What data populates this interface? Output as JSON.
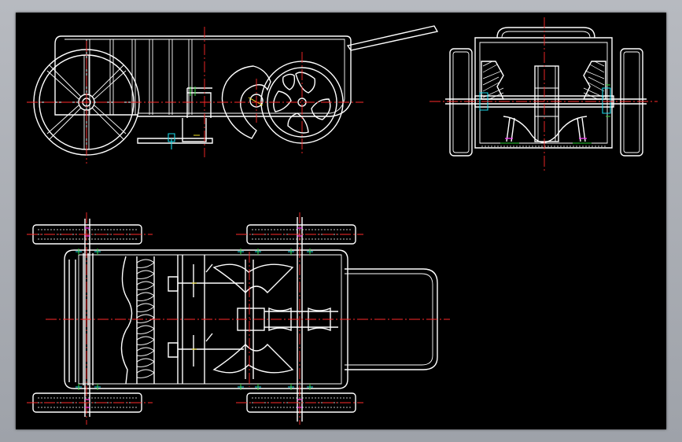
{
  "colors": {
    "background": "#000000",
    "frame": "#a9acb3",
    "outline": "#ffffff",
    "centerline": "#ff2a2a",
    "green": "#2fd53a",
    "yellow": "#f0e020",
    "cyan": "#19d9e8",
    "magenta": "#ff3cff"
  },
  "views": [
    "front-elevation",
    "side-elevation",
    "top-plan"
  ]
}
